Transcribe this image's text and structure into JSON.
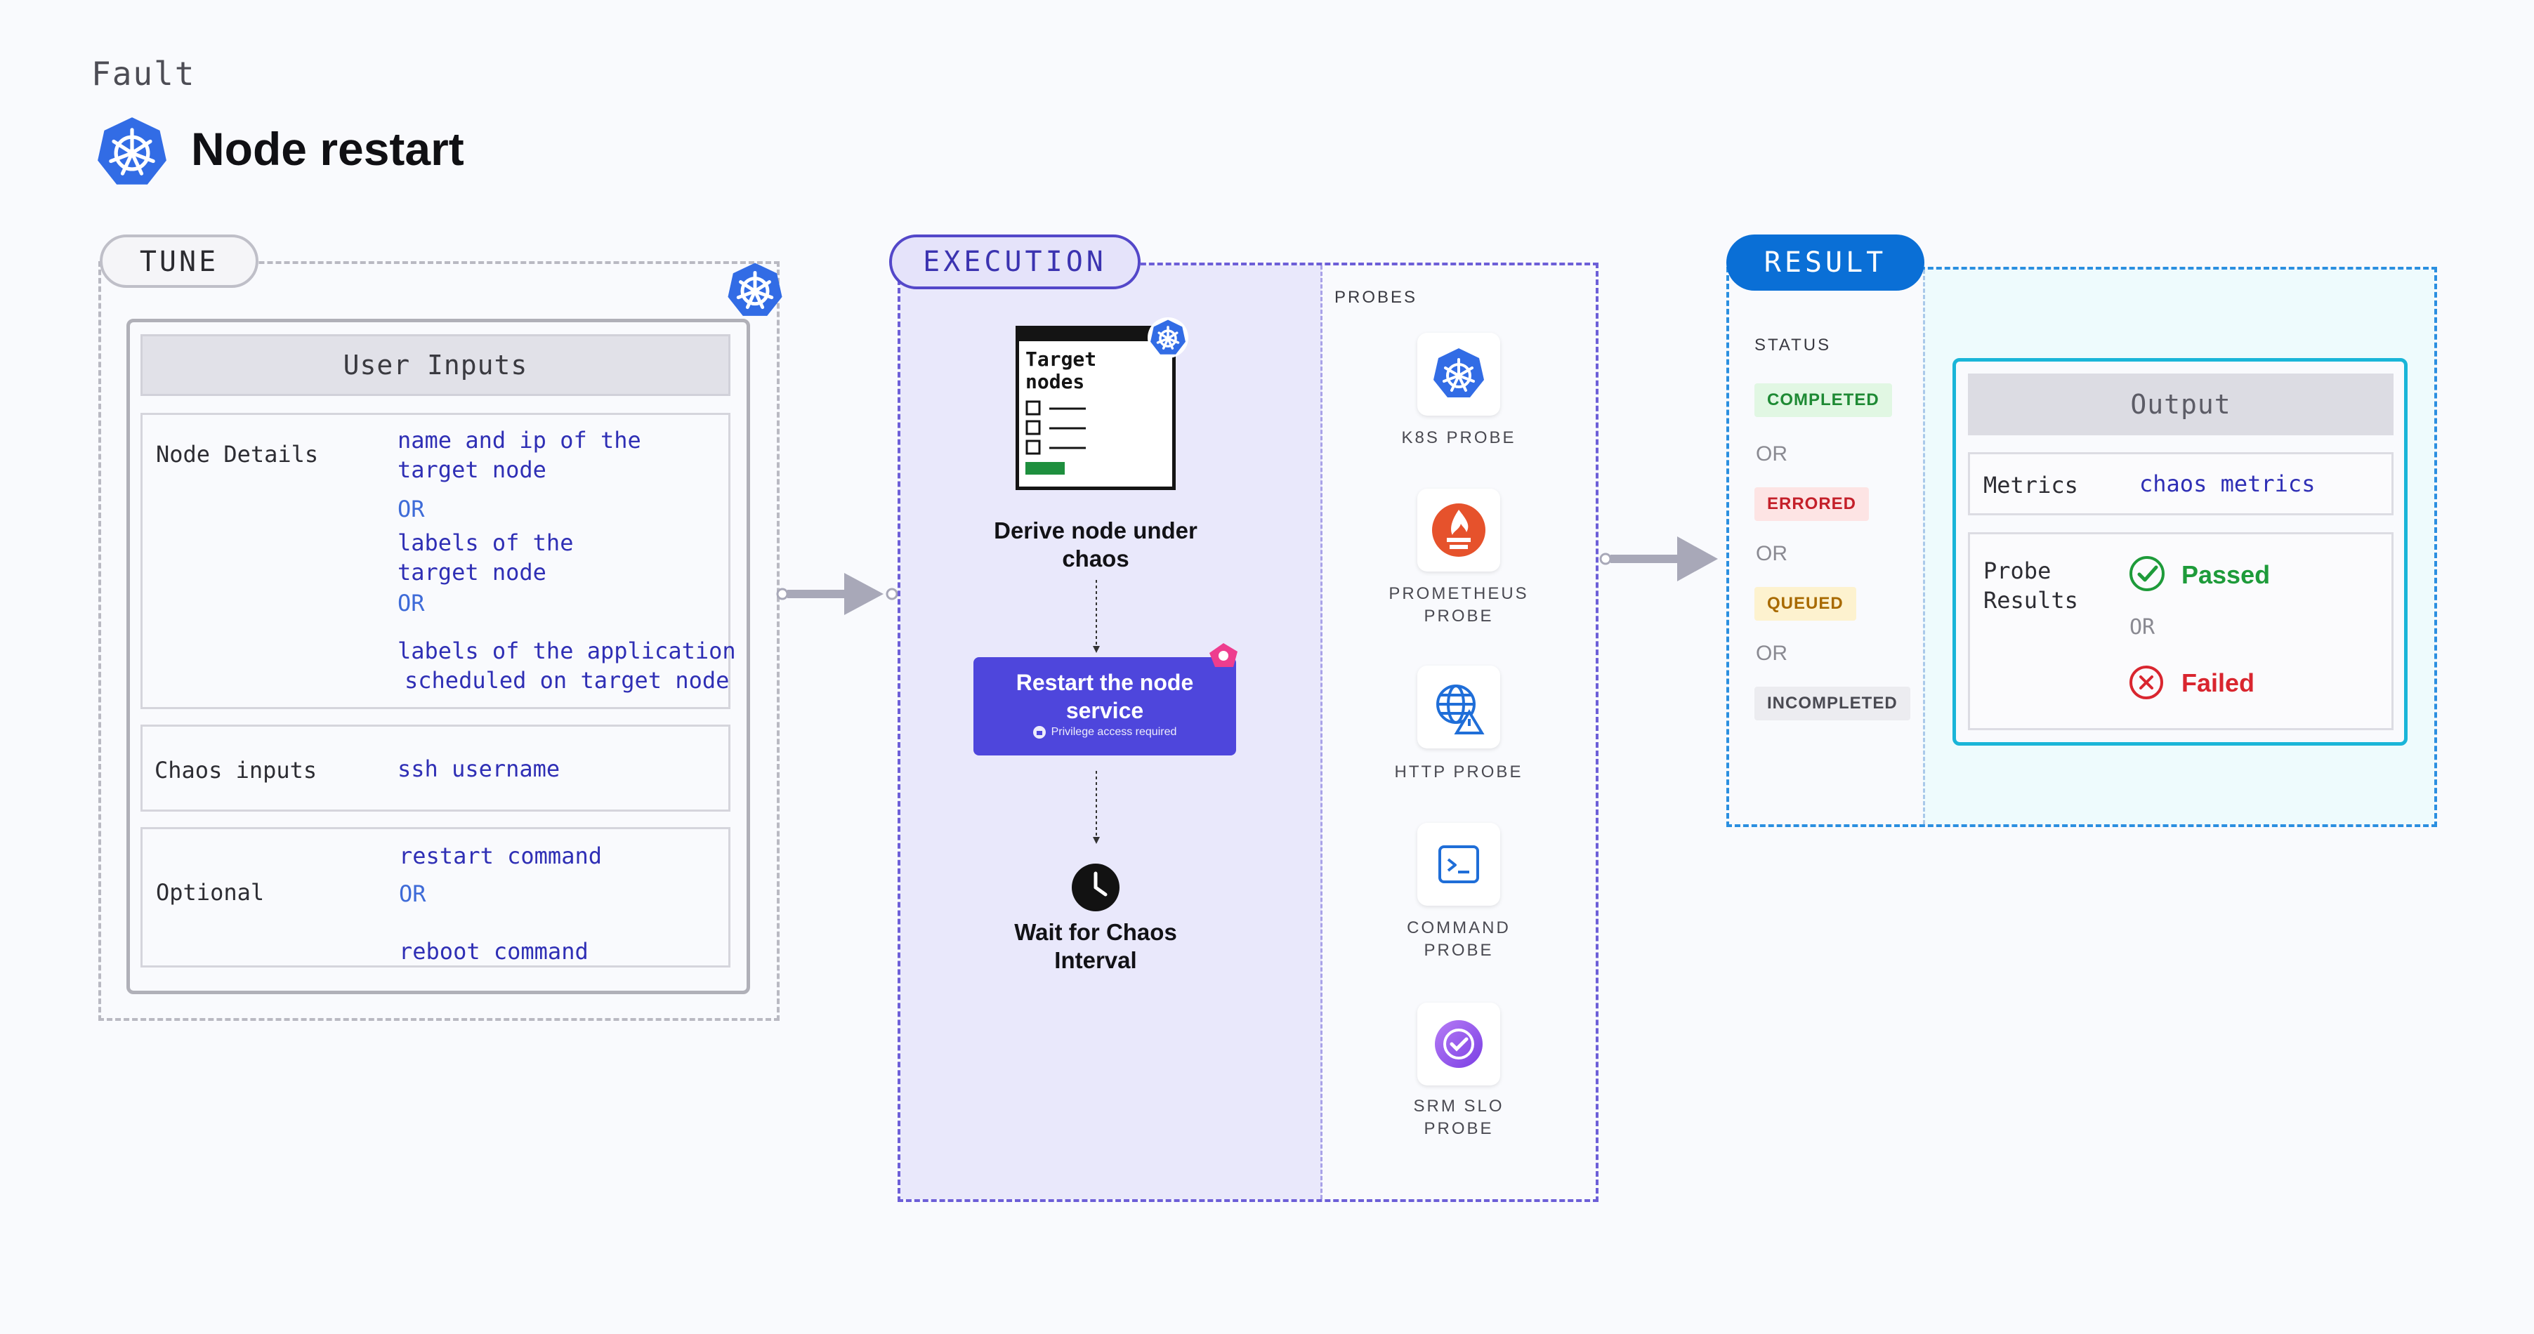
{
  "header": {
    "fault_label": "Fault",
    "title": "Node restart",
    "title_icon": "kubernetes-icon"
  },
  "tune": {
    "pill": "TUNE",
    "user_inputs": "User Inputs",
    "node_details": {
      "label": "Node Details",
      "opt1_l1": "name and ip of the",
      "opt1_l2": "target node",
      "or1": "OR",
      "opt2_l1": "labels of the",
      "opt2_l2": "target node",
      "or2": "OR",
      "opt3_l1": "labels of the application",
      "opt3_l2": "scheduled on target node"
    },
    "chaos_inputs": {
      "label": "Chaos inputs",
      "value": "ssh username"
    },
    "optional": {
      "label": "Optional",
      "v1": "restart command",
      "or": "OR",
      "v2": "reboot command"
    }
  },
  "execution": {
    "pill": "EXECUTION",
    "probes_label": "PROBES",
    "target_card": {
      "l1": "Target",
      "l2": "nodes"
    },
    "step1_l1": "Derive node under",
    "step1_l2": "chaos",
    "step2_l1": "Restart the node",
    "step2_l2": "service",
    "step2_note": "Privilege access required",
    "step3_l1": "Wait for Chaos",
    "step3_l2": "Interval",
    "probes": [
      {
        "l1": "K8S PROBE",
        "l2": "",
        "icon": "kubernetes-icon"
      },
      {
        "l1": "PROMETHEUS",
        "l2": "PROBE",
        "icon": "prometheus-icon"
      },
      {
        "l1": "HTTP PROBE",
        "l2": "",
        "icon": "globe-warning-icon"
      },
      {
        "l1": "COMMAND",
        "l2": "PROBE",
        "icon": "terminal-icon"
      },
      {
        "l1": "SRM SLO",
        "l2": "PROBE",
        "icon": "slo-icon"
      }
    ]
  },
  "result": {
    "pill": "RESULT",
    "status_label": "STATUS",
    "statuses": [
      "COMPLETED",
      "ERRORED",
      "QUEUED",
      "INCOMPLETED"
    ],
    "or": "OR",
    "output_head": "Output",
    "metrics_label": "Metrics",
    "metrics_value": "chaos metrics",
    "probe_results_l1": "Probe",
    "probe_results_l2": "Results",
    "passed": "Passed",
    "failed": "Failed",
    "colors": {
      "completed": "#e1f7e3",
      "errored": "#fde4e4",
      "queued": "#fdf2cf",
      "incompleted": "#ececf0"
    }
  }
}
